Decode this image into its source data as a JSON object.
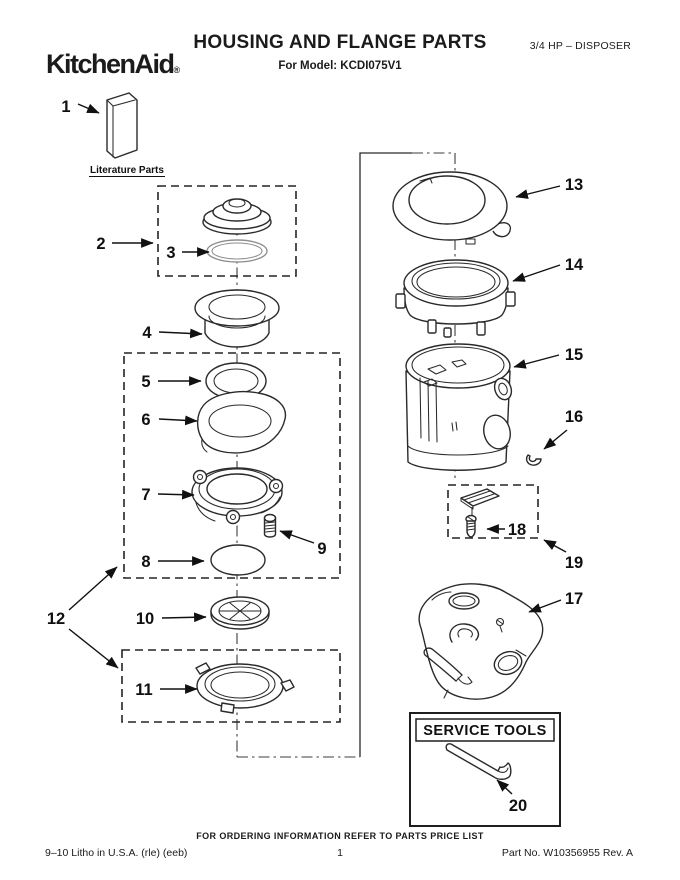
{
  "header": {
    "brand": "KitchenAid",
    "registered": "®",
    "title": "HOUSING AND FLANGE PARTS",
    "model_line": "For Model: KCDI075V1",
    "spec": "3/4 HP – DISPOSER"
  },
  "diagram": {
    "literature_label": "Literature Parts",
    "service_tools_title": "SERVICE TOOLS",
    "callouts": [
      "1",
      "2",
      "3",
      "4",
      "5",
      "6",
      "7",
      "8",
      "9",
      "10",
      "11",
      "12",
      "13",
      "14",
      "15",
      "16",
      "17",
      "18",
      "19",
      "20"
    ]
  },
  "footer": {
    "ordering_note": "FOR ORDERING INFORMATION REFER TO PARTS PRICE LIST",
    "litho": "9–10 Litho in U.S.A. (rle) (eeb)",
    "page_number": "1",
    "part_no": "Part No. W10356955 Rev. A"
  },
  "colors": {
    "ink": "#1b1b1b",
    "paper": "#ffffff"
  }
}
